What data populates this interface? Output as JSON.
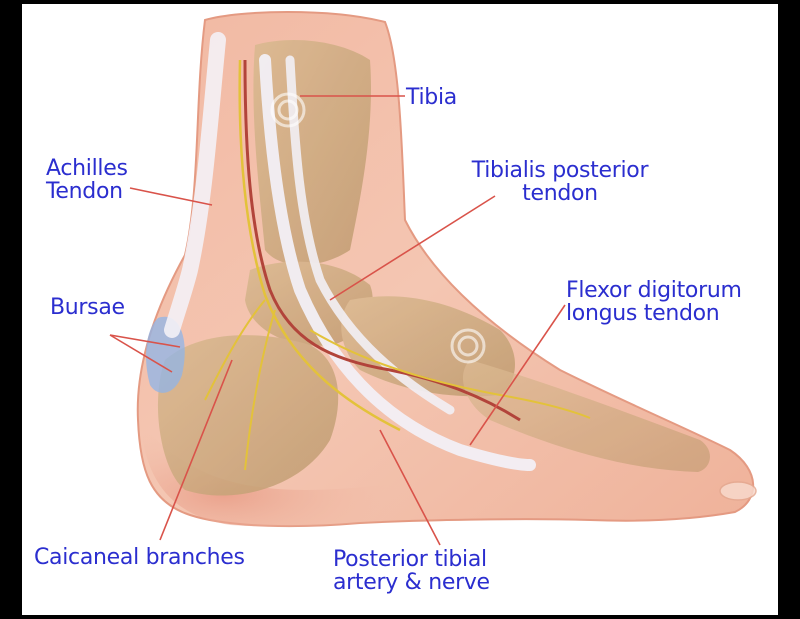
{
  "labels": {
    "tibia": "Tibia",
    "achilles": [
      "Achilles",
      "Tendon"
    ],
    "tibialis": [
      "Tibialis posterior",
      "tendon"
    ],
    "bursae": "Bursae",
    "flexor": [
      "Flexor digitorum",
      "longus tendon"
    ],
    "calcaneal": "Caicaneal branches",
    "posterior": [
      "Posterior tibial",
      "artery & nerve"
    ]
  },
  "colors": {
    "label_text": "#2b2ecf",
    "leader_line": "#d9534a",
    "background": "#000000"
  }
}
